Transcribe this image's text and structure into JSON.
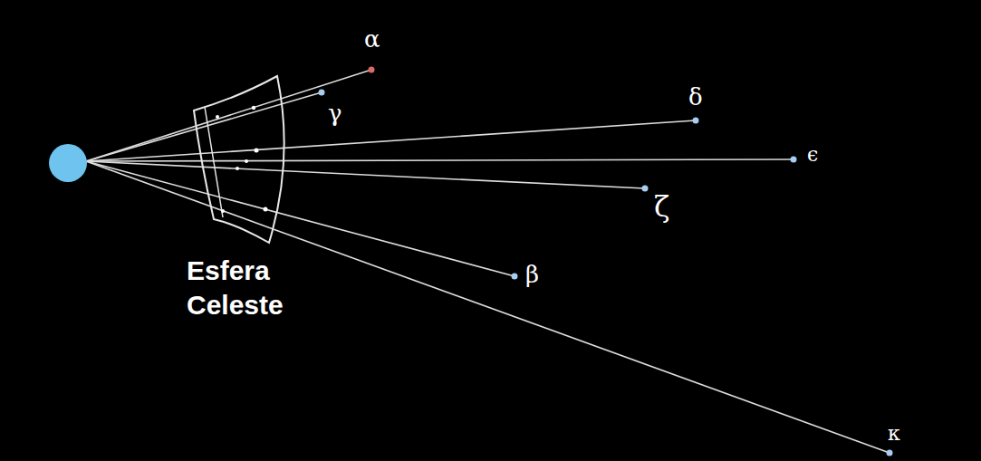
{
  "diagram": {
    "labels": [
      "α",
      "γ",
      "δ",
      "ϵ",
      "ζ",
      "β",
      "κ",
      "Esfera Celeste"
    ]
  }
}
